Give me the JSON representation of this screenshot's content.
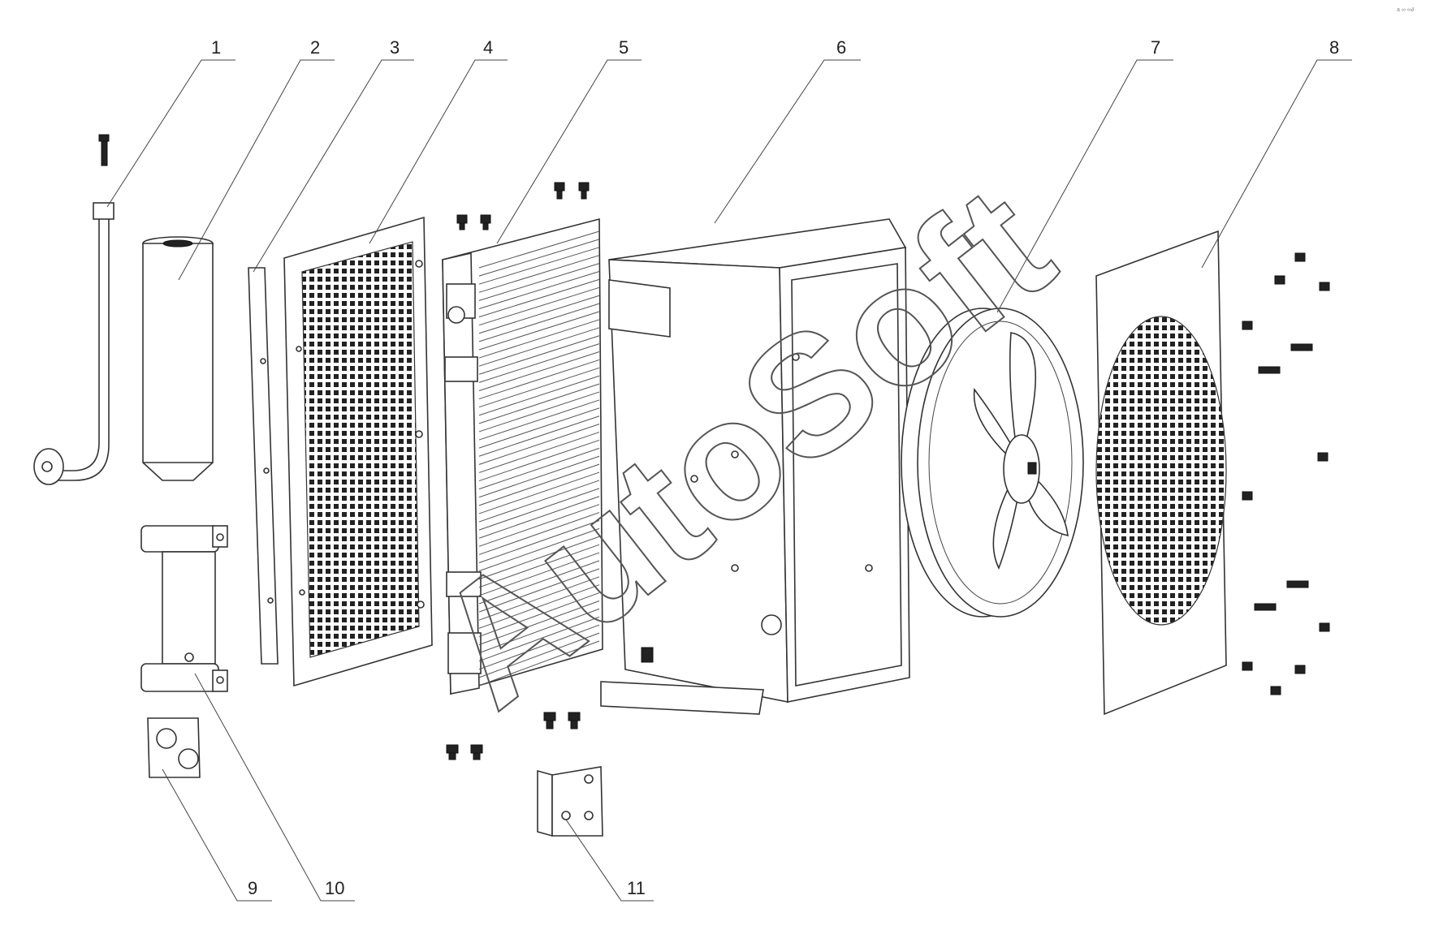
{
  "callouts": [
    {
      "id": "1",
      "label": "1"
    },
    {
      "id": "2",
      "label": "2"
    },
    {
      "id": "3",
      "label": "3"
    },
    {
      "id": "4",
      "label": "4"
    },
    {
      "id": "5",
      "label": "5"
    },
    {
      "id": "6",
      "label": "6"
    },
    {
      "id": "7",
      "label": "7"
    },
    {
      "id": "8",
      "label": "8"
    },
    {
      "id": "9",
      "label": "9"
    },
    {
      "id": "10",
      "label": "10"
    },
    {
      "id": "11",
      "label": "11"
    }
  ],
  "watermark": "AutoSoft",
  "corner_mark": "a ∞ ∞∂"
}
